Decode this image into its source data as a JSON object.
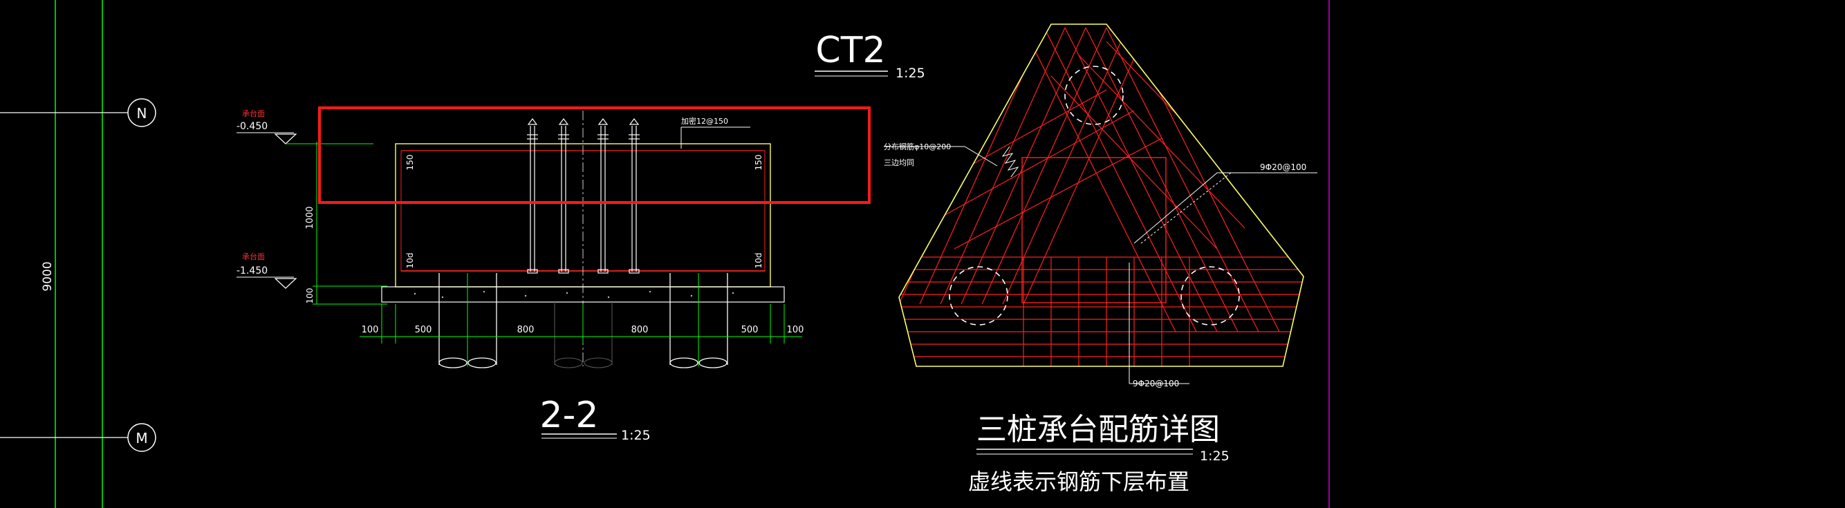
{
  "grid": {
    "axis_n": "N",
    "axis_m": "M",
    "span": "9000"
  },
  "section": {
    "title": "2-2",
    "scale": "1:25",
    "top_level": "-0.450",
    "bottom_level": "-1.450",
    "level_tag": "承台面",
    "rebar_note": "加密12@150",
    "dim_150": "150",
    "dim_1000": "1000",
    "dim_100": "100",
    "dim_10d": "10d",
    "bottom_dims": [
      "100",
      "500",
      "800",
      "800",
      "500",
      "100"
    ]
  },
  "cap_label": {
    "title": "CT2",
    "scale": "1:25"
  },
  "detail": {
    "title": "三桩承台配筋详图",
    "scale": "1:25",
    "note": "虚线表示钢筋下层布置",
    "label_left_1": "分布钢筋φ10@200",
    "label_left_2": "三边均同",
    "label_right": "9Φ20@100",
    "label_bottom": "9Φ20@100"
  },
  "colors": {
    "background": "#000000",
    "grid_line": "#00ff00",
    "white": "#ffffff",
    "rebar": "#ff2020",
    "outline": "#ffff66",
    "highlight": "#ff1a1a",
    "magenta": "#ff00ff"
  }
}
